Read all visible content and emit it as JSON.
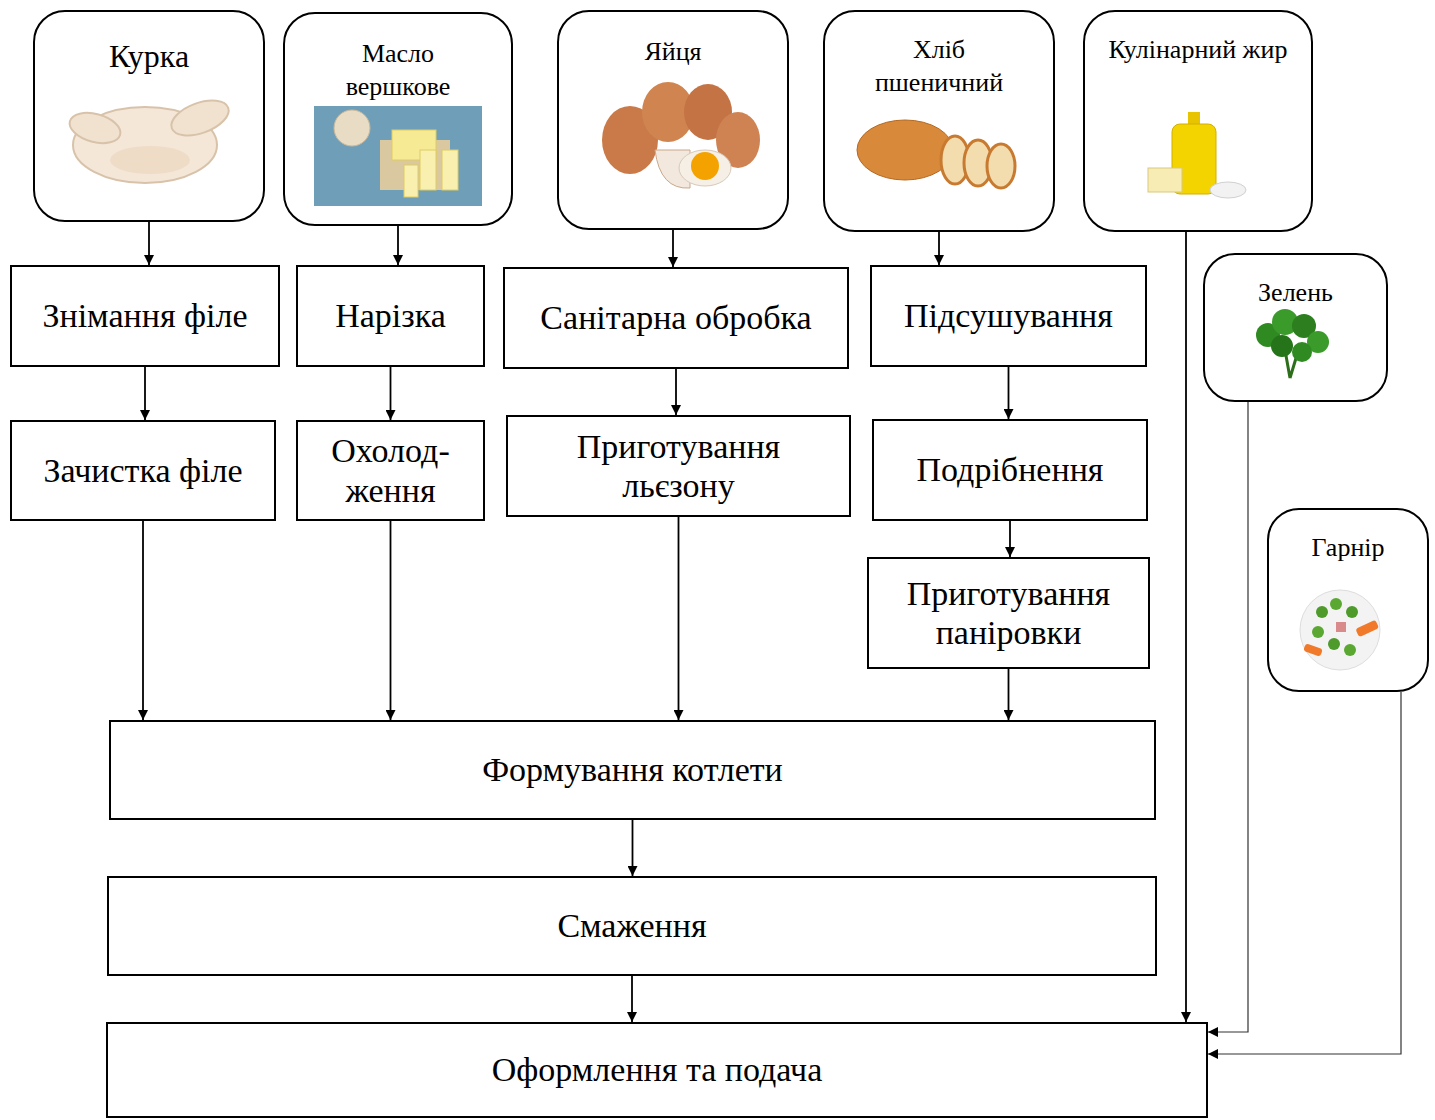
{
  "diagram": {
    "nodes": [
      {
        "text": [
          "Курка"
        ]
      },
      {
        "text": [
          "Масло вершкове"
        ]
      },
      {
        "text": [
          "Яйця"
        ]
      },
      {
        "text": [
          "Хліб пшеничний"
        ]
      },
      {
        "text": [
          "Кулінарний жир"
        ]
      },
      {
        "text": [
          "Знімання філе"
        ]
      },
      {
        "text": [
          "Нарізка"
        ]
      },
      {
        "text": [
          "Санітарна обробка"
        ]
      },
      {
        "text": [
          "Підсушування"
        ]
      },
      {
        "text": [
          "Зелень"
        ]
      },
      {
        "text": [
          "Зачистка філе"
        ]
      },
      {
        "text": [
          "Охолод- ження"
        ]
      },
      {
        "text": [
          "Приготування льєзону"
        ]
      },
      {
        "text": [
          "Подрібнення"
        ]
      },
      {
        "text": [
          "Гарнір"
        ]
      },
      {
        "text": [
          "Приготування паніровки"
        ]
      },
      {
        "text": [
          "Формування котлети"
        ]
      },
      {
        "text": [
          "Смаження"
        ]
      },
      {
        "text": [
          "Оформлення та подача"
        ]
      }
    ],
    "edges": [
      {
        "from": 0,
        "to": 5,
        "arrow": "to"
      },
      {
        "from": 5,
        "to": 10,
        "arrow": "to"
      },
      {
        "from": 10,
        "to": 16,
        "arrow": "to"
      },
      {
        "from": 1,
        "to": 6,
        "arrow": "to"
      },
      {
        "from": 6,
        "to": 11,
        "arrow": "to"
      },
      {
        "from": 11,
        "to": 16,
        "arrow": "to"
      },
      {
        "from": 2,
        "to": 7,
        "arrow": "to"
      },
      {
        "from": 7,
        "to": 12,
        "arrow": "to"
      },
      {
        "from": 12,
        "to": 16,
        "arrow": "to"
      },
      {
        "from": 3,
        "to": 8,
        "arrow": "to"
      },
      {
        "from": 8,
        "to": 13,
        "arrow": "to"
      },
      {
        "from": 13,
        "to": 15,
        "arrow": "to"
      },
      {
        "from": 15,
        "to": 16,
        "arrow": "to"
      },
      {
        "from": 16,
        "to": 17,
        "arrow": "to"
      },
      {
        "from": 17,
        "to": 18,
        "arrow": "to"
      },
      {
        "from": 4,
        "to": 18,
        "arrow": "to"
      },
      {
        "from": 9,
        "to": 18,
        "arrow": "to"
      },
      {
        "from": 14,
        "to": 18,
        "arrow": "to"
      }
    ]
  }
}
